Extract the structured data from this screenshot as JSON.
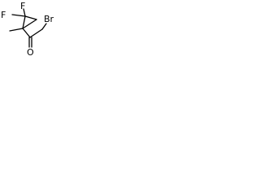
{
  "molecule": {
    "atoms": {
      "fluorine_top_left": "F",
      "fluorine_top_right": "F",
      "bromine": "Br",
      "oxygen": "O"
    }
  }
}
